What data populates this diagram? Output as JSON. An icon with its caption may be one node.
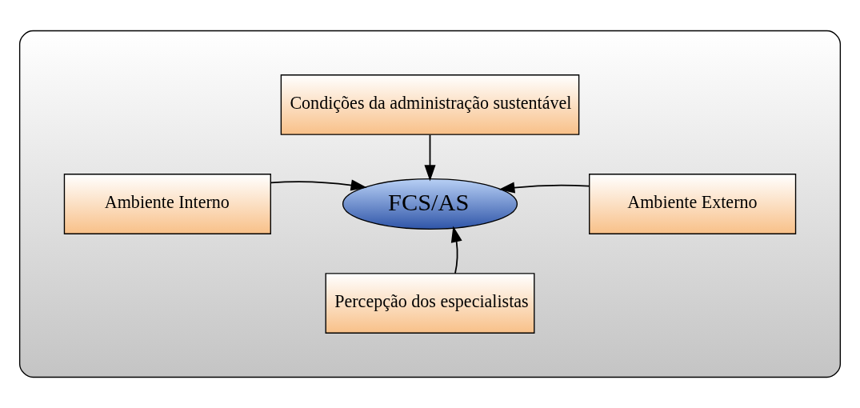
{
  "diagram": {
    "nodes": [
      {
        "text": [],
        "shape": "ellipse"
      },
      {
        "text": [
          "Condições da administração sustentável"
        ],
        "in": 0
      },
      {
        "text": [
          "Ambiente Interno"
        ],
        "in": 0
      },
      {
        "text": [
          "FCS/AS"
        ],
        "in": 0
      },
      {
        "text": [
          "Ambiente Externo"
        ],
        "in": 0
      },
      {
        "text": [
          "Percepção dos especialistas"
        ],
        "in": 0
      }
    ],
    "edges": [
      {
        "from": 1,
        "to": 3,
        "arrow": "to"
      },
      {
        "from": 2,
        "to": 3,
        "arrow": "to"
      },
      {
        "from": 4,
        "to": 3,
        "arrow": "to"
      },
      {
        "from": 5,
        "to": 3,
        "arrow": "to"
      }
    ]
  }
}
